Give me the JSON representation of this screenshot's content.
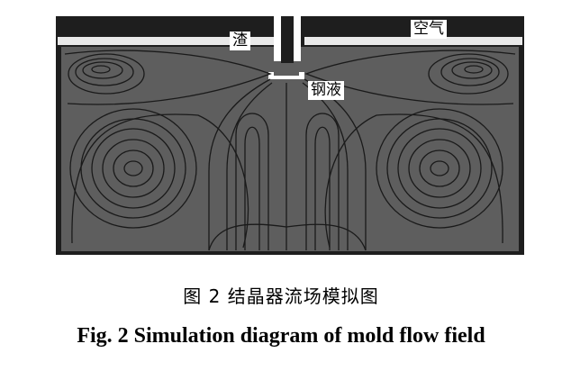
{
  "figure": {
    "labels": {
      "slag": "渣",
      "air": "空气",
      "molten_steel": "钢液"
    },
    "colors": {
      "background": "#ffffff",
      "frame": "#1e1e1e",
      "domain": "#5e5e5e",
      "streamline": "#1a1a1a",
      "slag_layer": "#e9e9e9"
    }
  },
  "caption": {
    "cn": "图 2    结晶器流场模拟图",
    "en": "Fig. 2    Simulation diagram of mold flow field"
  }
}
